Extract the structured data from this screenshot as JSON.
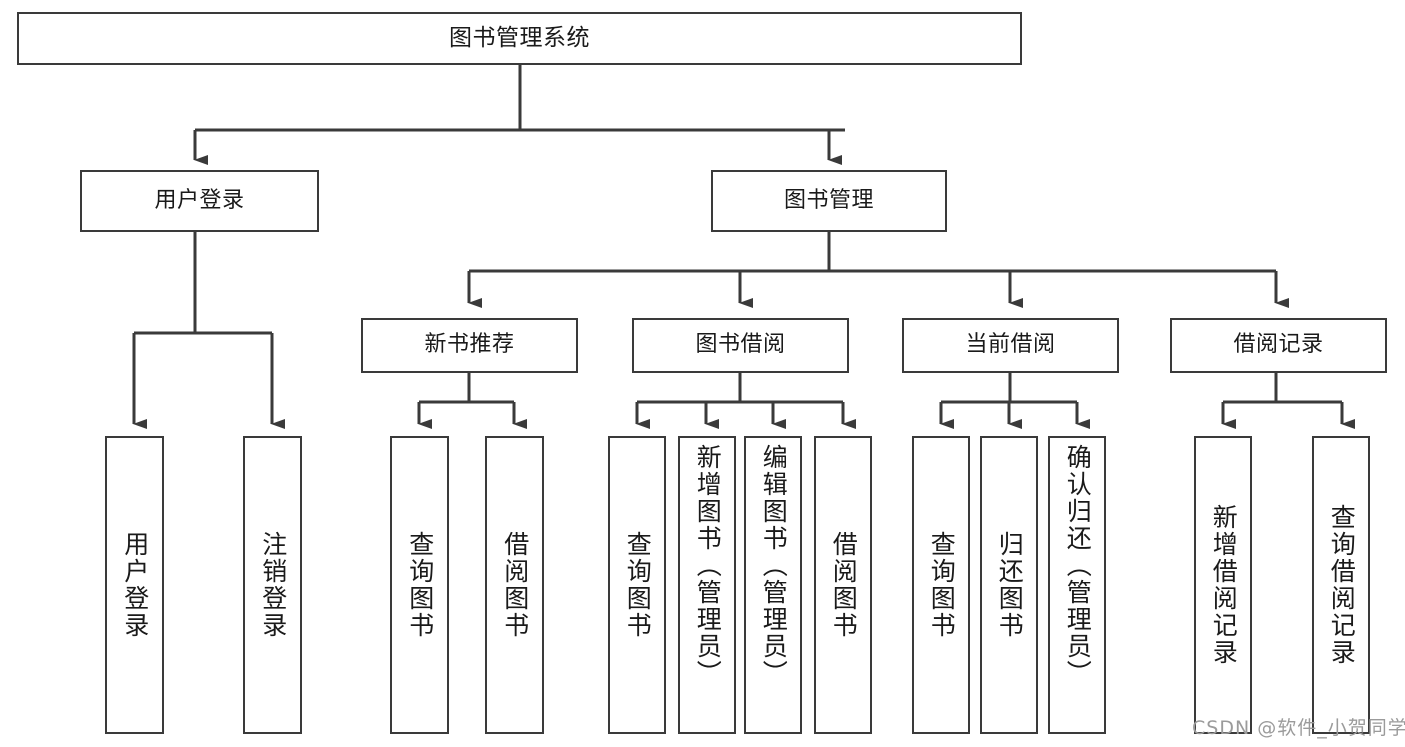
{
  "diagram": {
    "title": "图书管理系统",
    "type": "hierarchy-tree",
    "watermark": "CSDN @软件_小贺同学",
    "colors": {
      "box_border": "#3a3a3a",
      "box_fill": "#ffffff",
      "connector": "#3a3a3a",
      "text": "#1a1a1a",
      "watermark": "#9b9b9b"
    },
    "root": {
      "label": "图书管理系统"
    },
    "level2": [
      {
        "label": "用户登录"
      },
      {
        "label": "图书管理"
      }
    ],
    "level3": [
      {
        "label": "新书推荐"
      },
      {
        "label": "图书借阅"
      },
      {
        "label": "当前借阅"
      },
      {
        "label": "借阅记录"
      }
    ],
    "leaves": {
      "user_login": [
        {
          "label": "用户登录"
        },
        {
          "label": "注销登录"
        }
      ],
      "new_book_recommend": [
        {
          "label": "查询图书"
        },
        {
          "label": "借阅图书"
        }
      ],
      "book_borrow": [
        {
          "label": "查询图书"
        },
        {
          "label": "新增图书（管理员）"
        },
        {
          "label": "编辑图书（管理员）"
        },
        {
          "label": "借阅图书"
        }
      ],
      "current_borrow": [
        {
          "label": "查询图书"
        },
        {
          "label": "归还图书"
        },
        {
          "label": "确认归还（管理员）"
        }
      ],
      "borrow_record": [
        {
          "label": "新增借阅记录"
        },
        {
          "label": "查询借阅记录"
        }
      ]
    }
  }
}
